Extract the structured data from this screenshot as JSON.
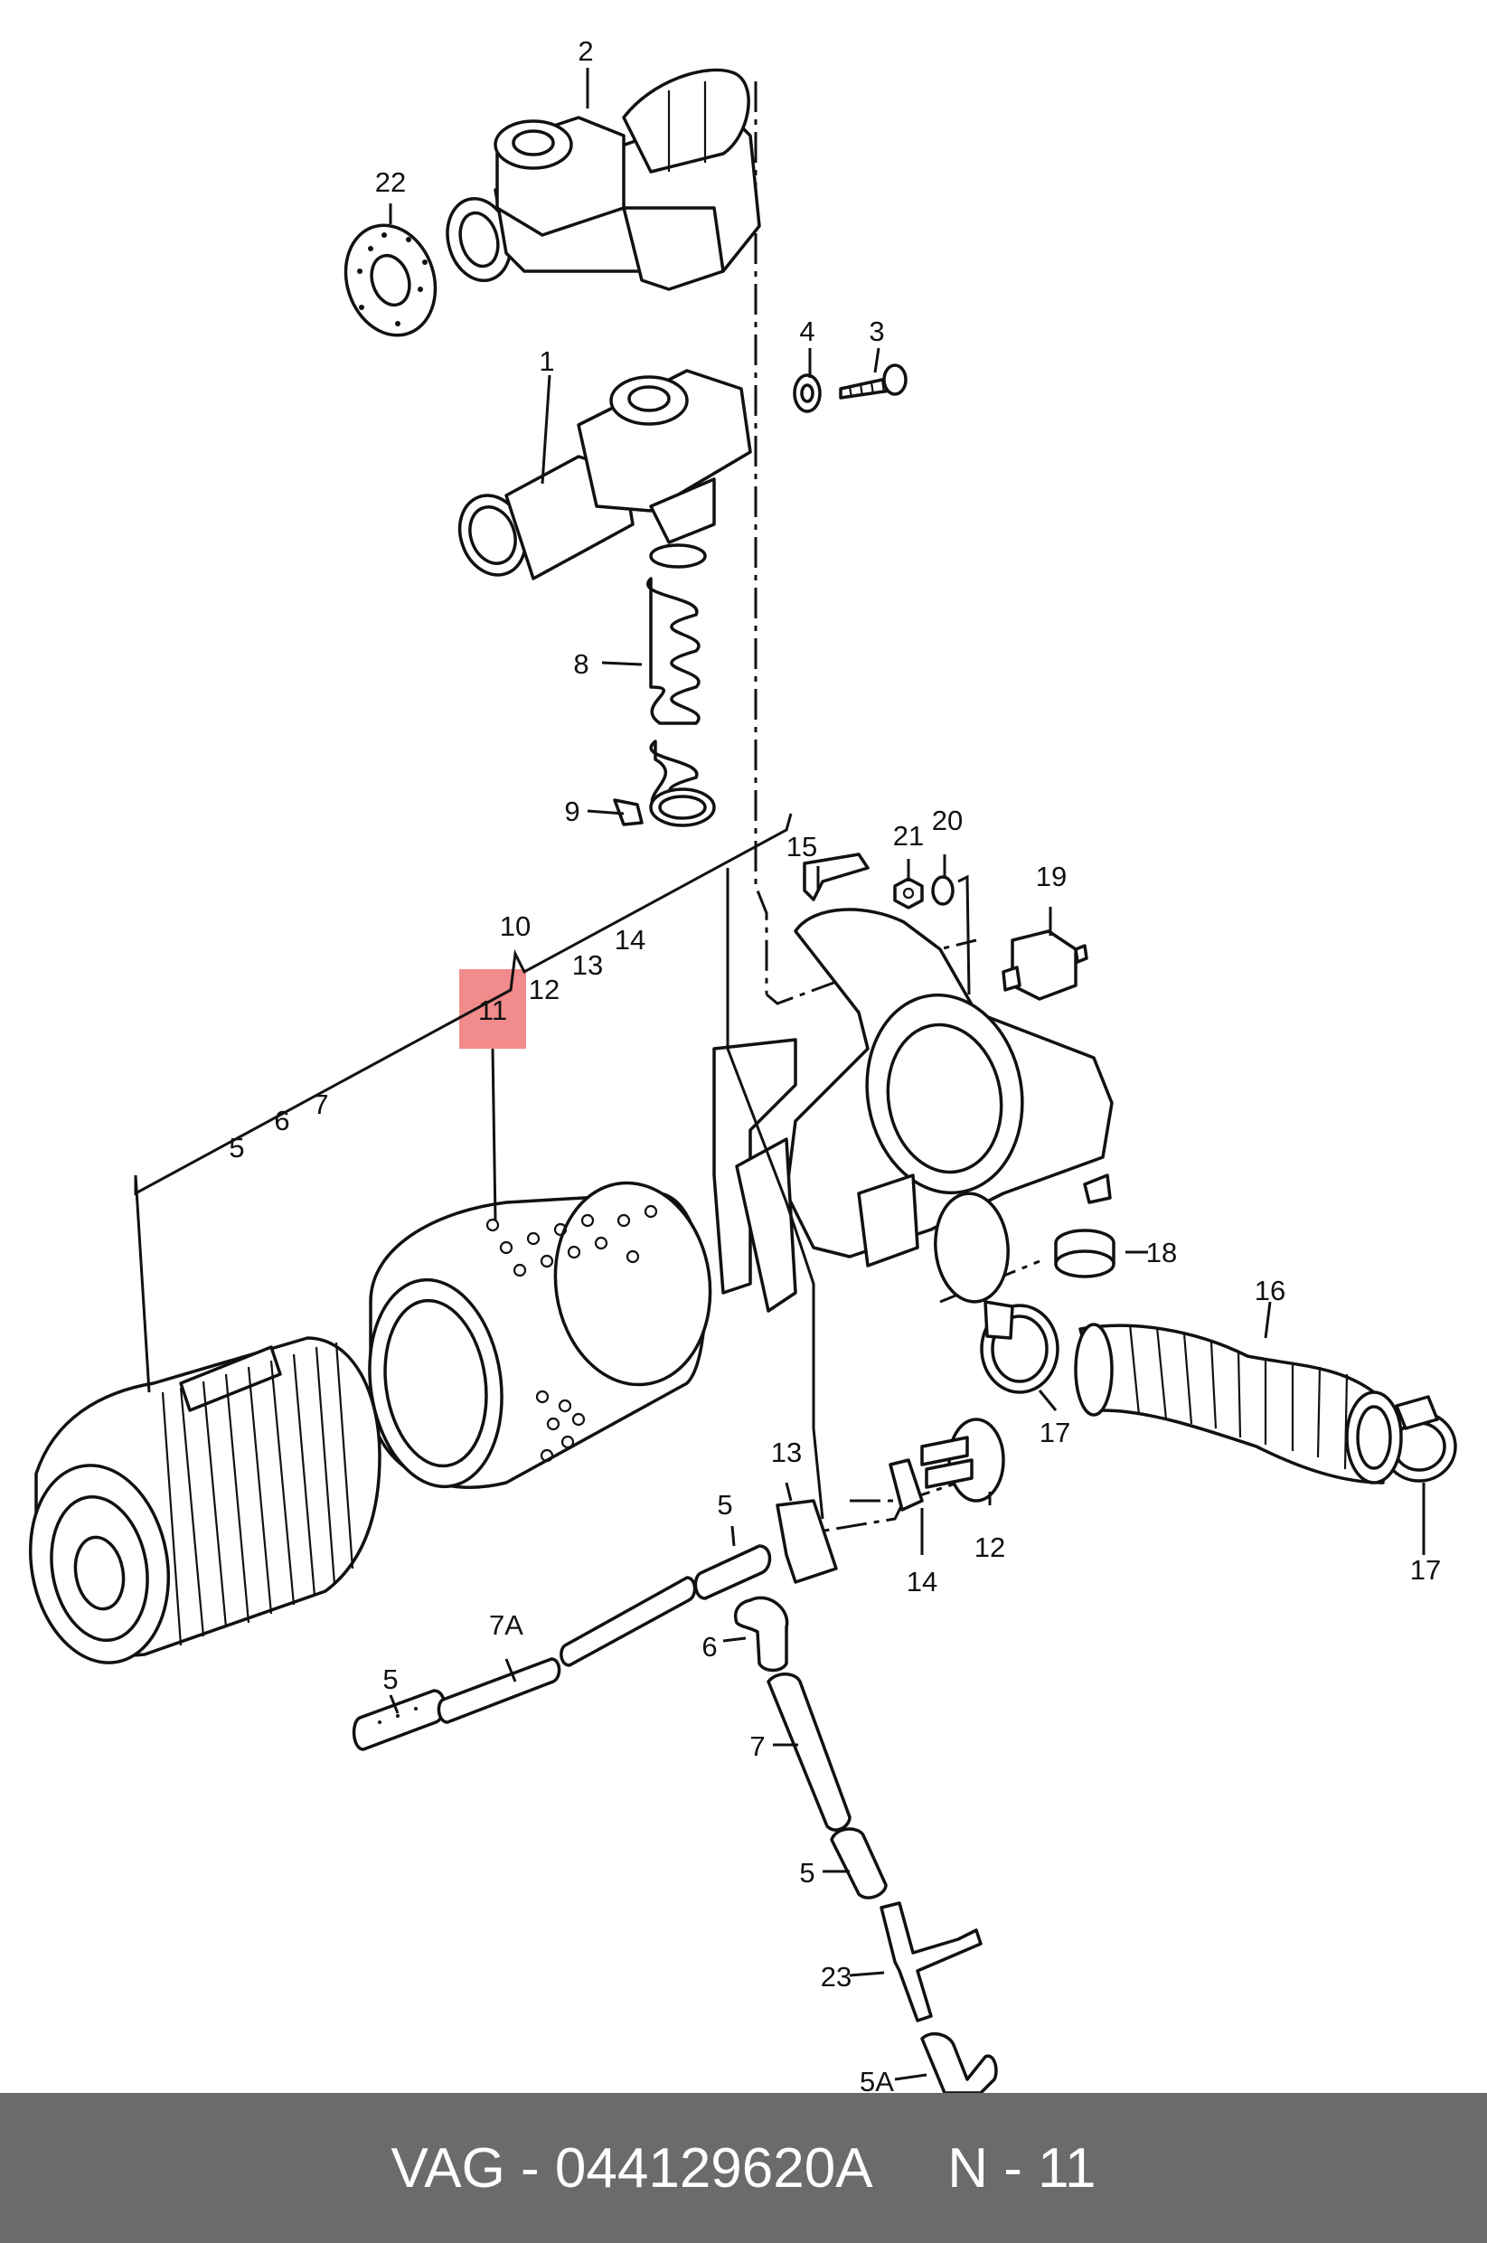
{
  "diagram": {
    "labels": {
      "p1": "1",
      "p2": "2",
      "p3": "3",
      "p4": "4",
      "p5_hose_top": "5",
      "p5_kit": "5",
      "p5_left": "5",
      "p5_lower": "5",
      "p5a": "5A",
      "p6": "6",
      "p6_kit": "6",
      "p7": "7",
      "p7_kit": "7",
      "p7a": "7A",
      "p8": "8",
      "p9": "9",
      "p10": "10",
      "p11": "11",
      "p12_kit": "12",
      "p12": "12",
      "p13_kit": "13",
      "p13": "13",
      "p14_kit": "14",
      "p14": "14",
      "p15": "15",
      "p16": "16",
      "p17_clamp": "17",
      "p17_right": "17",
      "p18": "18",
      "p19": "19",
      "p20": "20",
      "p21": "21",
      "p22": "22",
      "p23": "23"
    },
    "highlight": {
      "part": "11",
      "color": "#f28b8b"
    }
  },
  "footer": {
    "text": "VAG - 044129620A     N - 11",
    "background": "#6b6b6b",
    "text_color": "#ffffff"
  }
}
